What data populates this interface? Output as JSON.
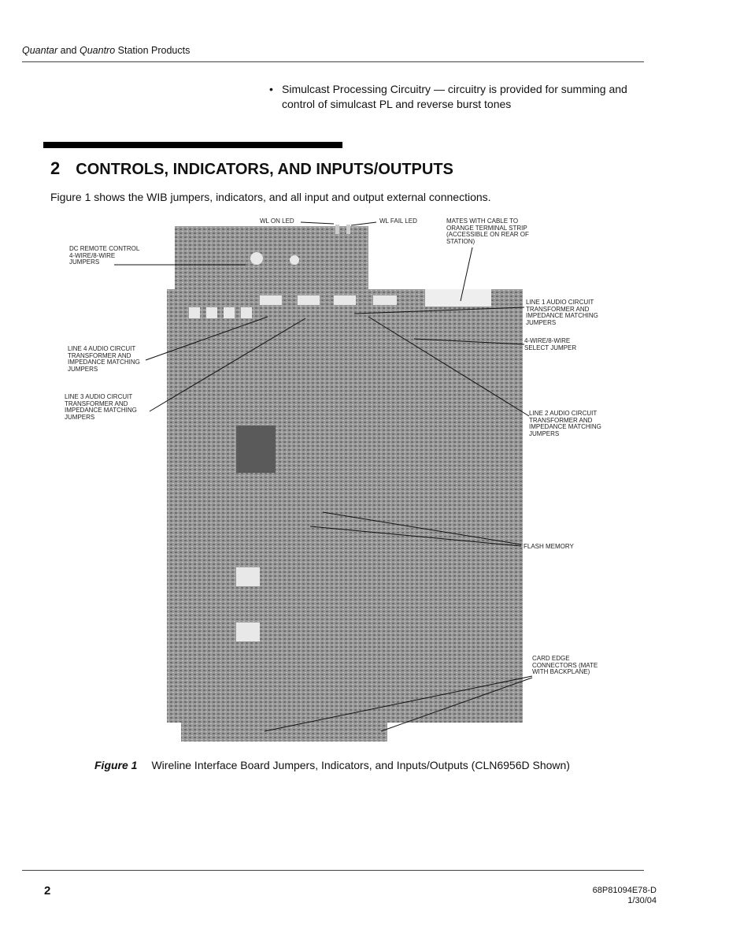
{
  "header": {
    "brand1": "Quantar",
    "and": " and ",
    "brand2": "Quantro",
    "rest": " Station Products"
  },
  "bullet": "Simulcast Processing Circuitry — circuitry is provided for summing and control of simulcast PL and reverse burst tones",
  "section": {
    "number": "2",
    "title": "CONTROLS, INDICATORS, AND INPUTS/OUTPUTS"
  },
  "intro": "Figure 1 shows the WIB jumpers, indicators, and all input and output external connections.",
  "figure_labels": {
    "wl_on": "WL ON LED",
    "wl_fail": "WL FAIL LED",
    "mates": "MATES WITH CABLE TO\nORANGE TERMINAL STRIP\n(ACCESSIBLE ON REAR OF\nSTATION)",
    "dc_remote": "DC REMOTE CONTROL\n4-WIRE/8-WIRE\nJUMPERS",
    "line4": "LINE 4 AUDIO CIRCUIT\nTRANSFORMER AND\nIMPEDANCE MATCHING\nJUMPERS",
    "line3": "LINE 3 AUDIO CIRCUIT\nTRANSFORMER AND\nIMPEDANCE MATCHING\nJUMPERS",
    "line1": "LINE 1 AUDIO CIRCUIT\nTRANSFORMER AND\nIMPEDANCE MATCHING\nJUMPERS",
    "wire_select": "4-WIRE/8-WIRE\nSELECT JUMPER",
    "line2": "LINE 2 AUDIO CIRCUIT\nTRANSFORMER AND\nIMPEDANCE MATCHING\nJUMPERS",
    "flash": "FLASH MEMORY",
    "card_edge": "CARD EDGE\nCONNECTORS (MATE\nWITH BACKPLANE)"
  },
  "caption": {
    "label": "Figure 1",
    "text": "Wireline Interface Board Jumpers, Indicators, and Inputs/Outputs (CLN6956D Shown)"
  },
  "footer": {
    "page": "2",
    "doc": "68P81094E78-D",
    "date": "1/30/04"
  }
}
